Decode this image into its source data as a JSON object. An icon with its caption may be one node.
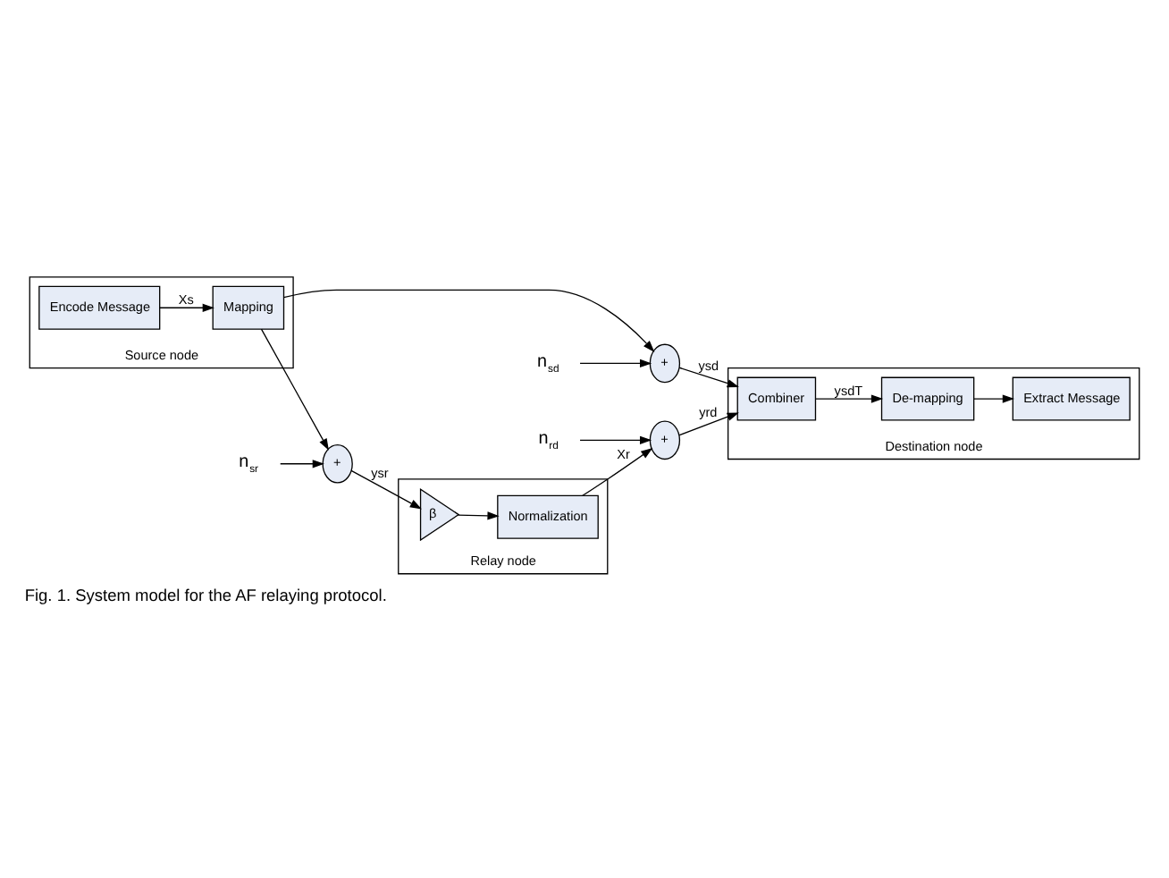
{
  "diagram": {
    "caption": "Fig. 1. System model for the AF relaying protocol.",
    "nodes": [
      {
        "text": [
          "Source node"
        ]
      },
      {
        "text": [
          "Encode Message"
        ],
        "in": 0
      },
      {
        "text": [
          "Mapping"
        ],
        "in": 0
      },
      {
        "text": [
          "+"
        ]
      },
      {
        "text": [
          "Relay node"
        ]
      },
      {
        "text": [
          "β"
        ],
        "in": 4
      },
      {
        "text": [
          "Normalization"
        ],
        "in": 4
      },
      {
        "text": [
          "+"
        ]
      },
      {
        "text": [
          "+"
        ]
      },
      {
        "text": [
          "Destination node"
        ]
      },
      {
        "text": [
          "Extract Message"
        ],
        "in": 9
      },
      {
        "text": [
          "De-mapping"
        ],
        "in": 9
      },
      {
        "text": [
          "Combiner"
        ],
        "in": 9
      },
      {
        "text": [
          "n$_{sr}$"
        ]
      },
      {
        "text": [
          "n$_{rd}$"
        ]
      },
      {
        "text": [
          "n$_{sd}$"
        ]
      }
    ],
    "edges": [
      {
        "from": 1,
        "to": 2,
        "arrow": "to",
        "label": "Xs"
      },
      {
        "from": 2,
        "to": 3,
        "arrow": "to"
      },
      {
        "from": 13,
        "to": 3,
        "arrow": "to"
      },
      {
        "from": 3,
        "to": 5,
        "arrow": "to",
        "label": "ysr"
      },
      {
        "from": 5,
        "to": 6,
        "arrow": "to"
      },
      {
        "from": 6,
        "to": 7,
        "arrow": "to",
        "label": "Xr"
      },
      {
        "from": 14,
        "to": 7,
        "arrow": "to"
      },
      {
        "from": 2,
        "to": 8,
        "arrow": "to"
      },
      {
        "from": 15,
        "to": 8,
        "arrow": "to"
      },
      {
        "from": 8,
        "to": 12,
        "arrow": "to",
        "label": "ysd"
      },
      {
        "from": 7,
        "to": 12,
        "arrow": "to",
        "label": "yrd"
      },
      {
        "from": 12,
        "to": 11,
        "arrow": "to",
        "label": "ysdT"
      },
      {
        "from": 11,
        "to": 10,
        "arrow": "to"
      }
    ]
  }
}
